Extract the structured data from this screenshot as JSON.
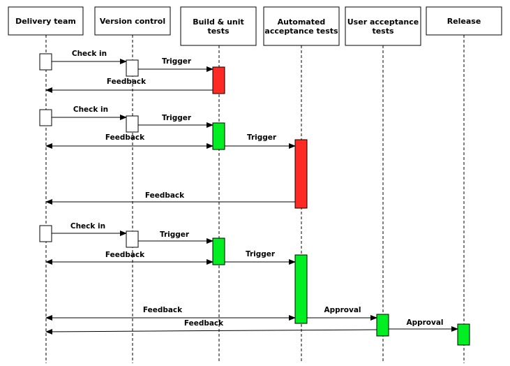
{
  "participants": [
    {
      "id": "delivery",
      "lines": [
        "Delivery team"
      ]
    },
    {
      "id": "vcs",
      "lines": [
        "Version control"
      ]
    },
    {
      "id": "build",
      "lines": [
        "Build & unit",
        "tests"
      ]
    },
    {
      "id": "acceptance",
      "lines": [
        "Automated",
        "acceptance tests"
      ]
    },
    {
      "id": "uat",
      "lines": [
        "User acceptance",
        "tests"
      ]
    },
    {
      "id": "release",
      "lines": [
        "Release"
      ]
    }
  ],
  "colors": {
    "fail": "#ff2a24",
    "pass": "#00ee22",
    "neutral": "#ffffff",
    "stroke": "#000000"
  },
  "activations": [
    {
      "name": "activation-delivery-1",
      "lane": "delivery",
      "status": "neutral"
    },
    {
      "name": "activation-vcs-1",
      "lane": "vcs",
      "status": "neutral"
    },
    {
      "name": "activation-build-1",
      "lane": "build",
      "status": "fail"
    },
    {
      "name": "activation-delivery-2",
      "lane": "delivery",
      "status": "neutral"
    },
    {
      "name": "activation-vcs-2",
      "lane": "vcs",
      "status": "neutral"
    },
    {
      "name": "activation-build-2",
      "lane": "build",
      "status": "pass"
    },
    {
      "name": "activation-acceptance-1",
      "lane": "acceptance",
      "status": "fail"
    },
    {
      "name": "activation-delivery-3",
      "lane": "delivery",
      "status": "neutral"
    },
    {
      "name": "activation-vcs-3",
      "lane": "vcs",
      "status": "neutral"
    },
    {
      "name": "activation-build-3",
      "lane": "build",
      "status": "pass"
    },
    {
      "name": "activation-acceptance-2",
      "lane": "acceptance",
      "status": "pass"
    },
    {
      "name": "activation-uat-1",
      "lane": "uat",
      "status": "pass"
    },
    {
      "name": "activation-release-1",
      "lane": "release",
      "status": "pass"
    }
  ],
  "messages": [
    {
      "name": "msg-checkin-1",
      "label": "Check in",
      "from": "delivery",
      "to": "vcs"
    },
    {
      "name": "msg-trigger-1",
      "label": "Trigger",
      "from": "vcs",
      "to": "build"
    },
    {
      "name": "msg-feedback-1",
      "label": "Feedback",
      "from": "build",
      "to": "delivery"
    },
    {
      "name": "msg-checkin-2",
      "label": "Check in",
      "from": "delivery",
      "to": "vcs"
    },
    {
      "name": "msg-trigger-2",
      "label": "Trigger",
      "from": "vcs",
      "to": "build"
    },
    {
      "name": "msg-feedback-2",
      "label": "Feedback",
      "from": "build",
      "to": "delivery"
    },
    {
      "name": "msg-trigger-3",
      "label": "Trigger",
      "from": "build",
      "to": "acceptance"
    },
    {
      "name": "msg-feedback-3",
      "label": "Feedback",
      "from": "acceptance",
      "to": "delivery"
    },
    {
      "name": "msg-checkin-3",
      "label": "Check in",
      "from": "delivery",
      "to": "vcs"
    },
    {
      "name": "msg-trigger-4",
      "label": "Trigger",
      "from": "vcs",
      "to": "build"
    },
    {
      "name": "msg-feedback-4",
      "label": "Feedback",
      "from": "build",
      "to": "delivery"
    },
    {
      "name": "msg-trigger-5",
      "label": "Trigger",
      "from": "build",
      "to": "acceptance"
    },
    {
      "name": "msg-feedback-5",
      "label": "Feedback",
      "from": "acceptance",
      "to": "delivery"
    },
    {
      "name": "msg-approval-1",
      "label": "Approval",
      "from": "acceptance",
      "to": "uat"
    },
    {
      "name": "msg-feedback-6",
      "label": "Feedback",
      "from": "uat",
      "to": "delivery"
    },
    {
      "name": "msg-approval-2",
      "label": "Approval",
      "from": "uat",
      "to": "release"
    }
  ]
}
